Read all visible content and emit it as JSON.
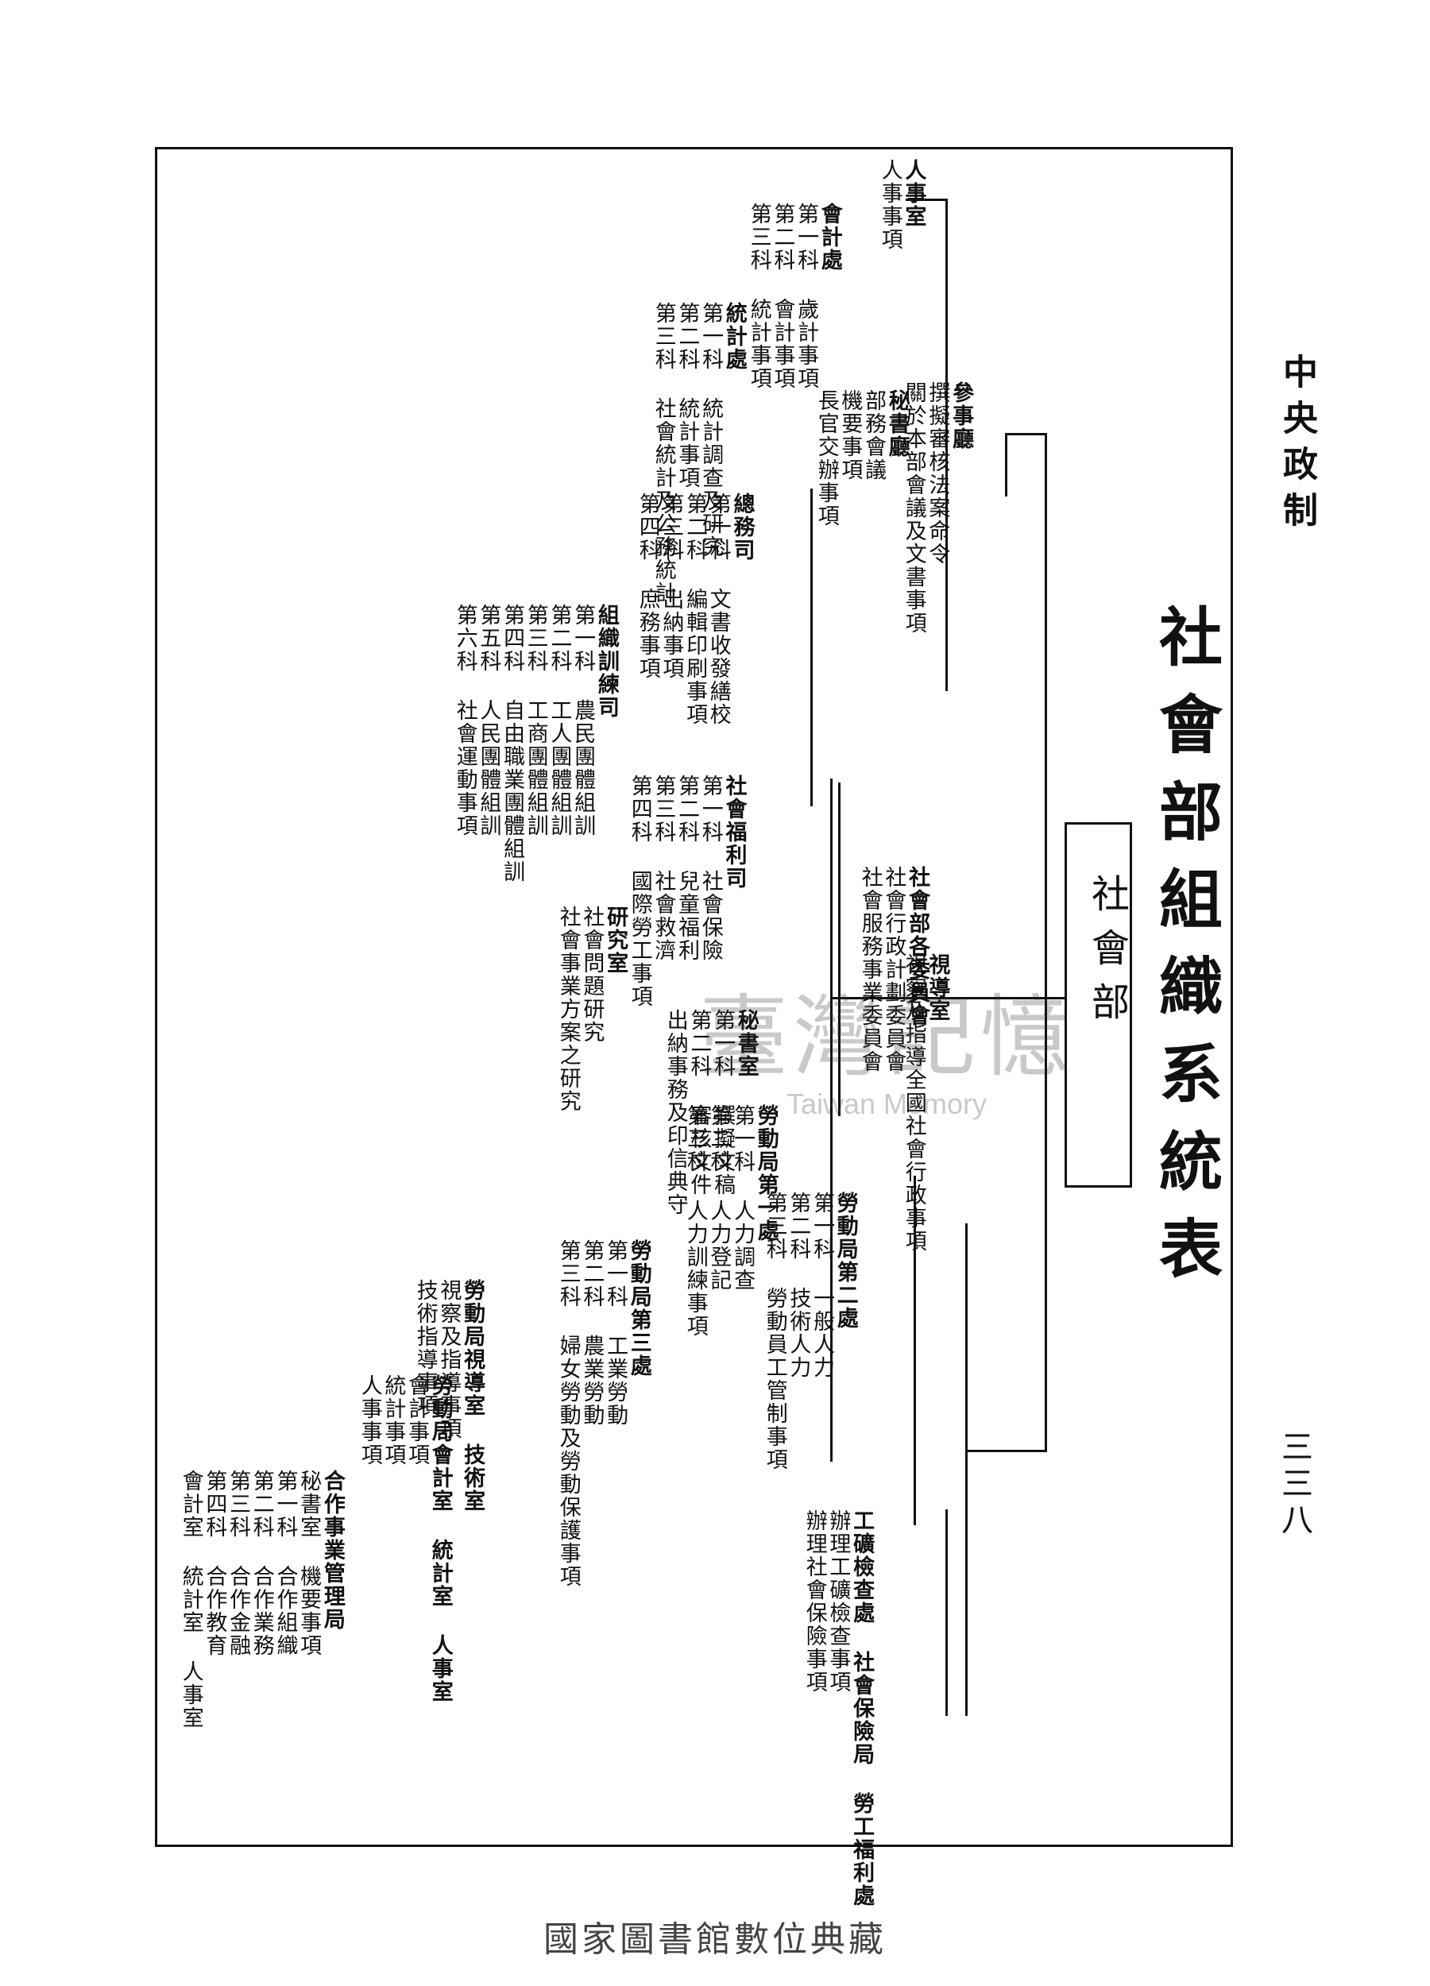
{
  "running_head": "中央政制",
  "page_number": "三三八",
  "title": "社會部組織系統表",
  "ministry": {
    "name": "社會部"
  },
  "units": [
    {
      "id": "personnel",
      "name": "人事室",
      "duties": [
        "人事事項"
      ]
    },
    {
      "id": "accounting",
      "name": "會計處",
      "duties": [
        "第一科 歲計事項",
        "第二科 會計事項",
        "第三科 統計事項"
      ]
    },
    {
      "id": "statistics",
      "name": "統計處",
      "duties": [
        "第一科 統計調查及研究",
        "第二科 統計事項",
        "第三科 社會統計及公務統計"
      ]
    },
    {
      "id": "counselor",
      "name": "參事廳",
      "duties": [
        "撰擬審核法案命令",
        "關於本部會議及文書事項"
      ]
    },
    {
      "id": "secretariat",
      "name": "秘書廳",
      "duties": [
        "部務會議",
        "機要事項",
        "長官交辦事項"
      ]
    },
    {
      "id": "general_affairs",
      "name": "總務司",
      "duties": [
        "第一科 文書收發繕校",
        "第二科 編輯印刷事項",
        "第三科 出納事項",
        "第四科 庶務事項"
      ]
    },
    {
      "id": "organization_training",
      "name": "組織訓練司",
      "duties": [
        "第一科 農民團體組訓",
        "第二科 工人團體組訓",
        "第三科 工商團體組訓",
        "第四科 自由職業團體組訓",
        "第五科 人民團體組訓",
        "第六科 社會運動事項"
      ]
    },
    {
      "id": "welfare",
      "name": "社會福利司",
      "duties": [
        "第一科 社會保險",
        "第二科 兒童福利",
        "第三科 社會救濟",
        "第四科 國際勞工事項"
      ]
    },
    {
      "id": "committees",
      "name": "社會部各委員會",
      "duties": [
        "社會行政計劃委員會",
        "社會服務事業委員會"
      ]
    },
    {
      "id": "research",
      "name": "研究室",
      "duties": [
        "社會問題研究",
        "社會事業方案之研究"
      ]
    },
    {
      "id": "inspectors",
      "name": "視導室",
      "duties": [
        "視察及指導全國社會行政事項"
      ]
    },
    {
      "id": "secretary_office",
      "name": "秘書室",
      "duties": [
        "第一科 撰擬文稿",
        "第二科 審核文件",
        "出納事務及印信典守"
      ]
    },
    {
      "id": "labor_first",
      "name": "勞動局第一處",
      "duties": [
        "第一科 人力調查",
        "第二科 人力登記",
        "第三科 人力訓練事項"
      ]
    },
    {
      "id": "labor_second",
      "name": "勞動局第二處",
      "duties": [
        "第一科 一般人力",
        "第二科 技術人力",
        "第三科 勞動員工管制事項"
      ]
    },
    {
      "id": "labor_third",
      "name": "勞動局第三處",
      "duties": [
        "第一科 工業勞動",
        "第二科 農業勞動",
        "第三科 婦女勞動及勞動保護事項"
      ]
    },
    {
      "id": "labor_inspect",
      "name": "勞動局視導室 技術室",
      "duties": [
        "視察及指導事項",
        "技術指導事項"
      ]
    },
    {
      "id": "labor_support",
      "name": "勞動局會計室 統計室 人事室",
      "duties": [
        "會計事項",
        "統計事項",
        "人事事項"
      ]
    },
    {
      "id": "cooperative",
      "name": "合作事業管理局",
      "duties": [
        "秘書室 機要事項",
        "第一科 合作組織",
        "第二科 合作業務",
        "第三科 合作金融",
        "第四科 合作教育",
        "會計室 統計室 人事室"
      ]
    },
    {
      "id": "special",
      "name": "工礦檢查處 社會保險局 勞工福利處",
      "duties": [
        "辦理工礦檢查事項",
        "辦理社會保險事項"
      ]
    }
  ],
  "watermark": {
    "zh": "臺灣記憶",
    "en": "Taiwan Memory"
  },
  "footer": "國家圖書館數位典藏"
}
